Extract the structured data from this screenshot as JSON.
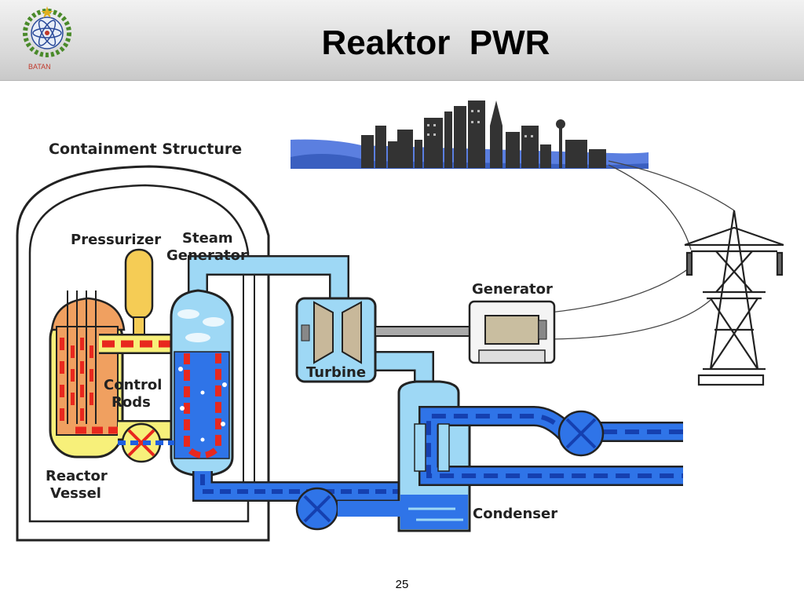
{
  "header": {
    "title": "Reaktor  PWR",
    "logo_caption": "BATAN"
  },
  "diagram": {
    "labels": {
      "containment": "Containment Structure",
      "pressurizer": "Pressurizer",
      "steam": "Steam",
      "generator_word": "Generator",
      "generator": "Generator",
      "turbine": "Turbine",
      "control": "Control",
      "rods": "Rods",
      "reactor": "Reactor",
      "vessel": "Vessel",
      "condenser": "Condenser"
    },
    "colors": {
      "hot_coolant": "#e8281e",
      "cold_coolant": "#1f5fe0",
      "light_water": "#9ed8f5",
      "reactor_yellow": "#f7f07a",
      "pressurizer_yellow": "#f5cc55",
      "core_orange": "#f0a060",
      "city": "#333333",
      "sky": "#5b7fe0"
    },
    "icons": {
      "logo": "atom-emblem-icon",
      "pump": "pump-icon",
      "tower": "transmission-tower-icon",
      "city": "city-skyline-icon"
    }
  },
  "footer": {
    "page_number": "25"
  }
}
